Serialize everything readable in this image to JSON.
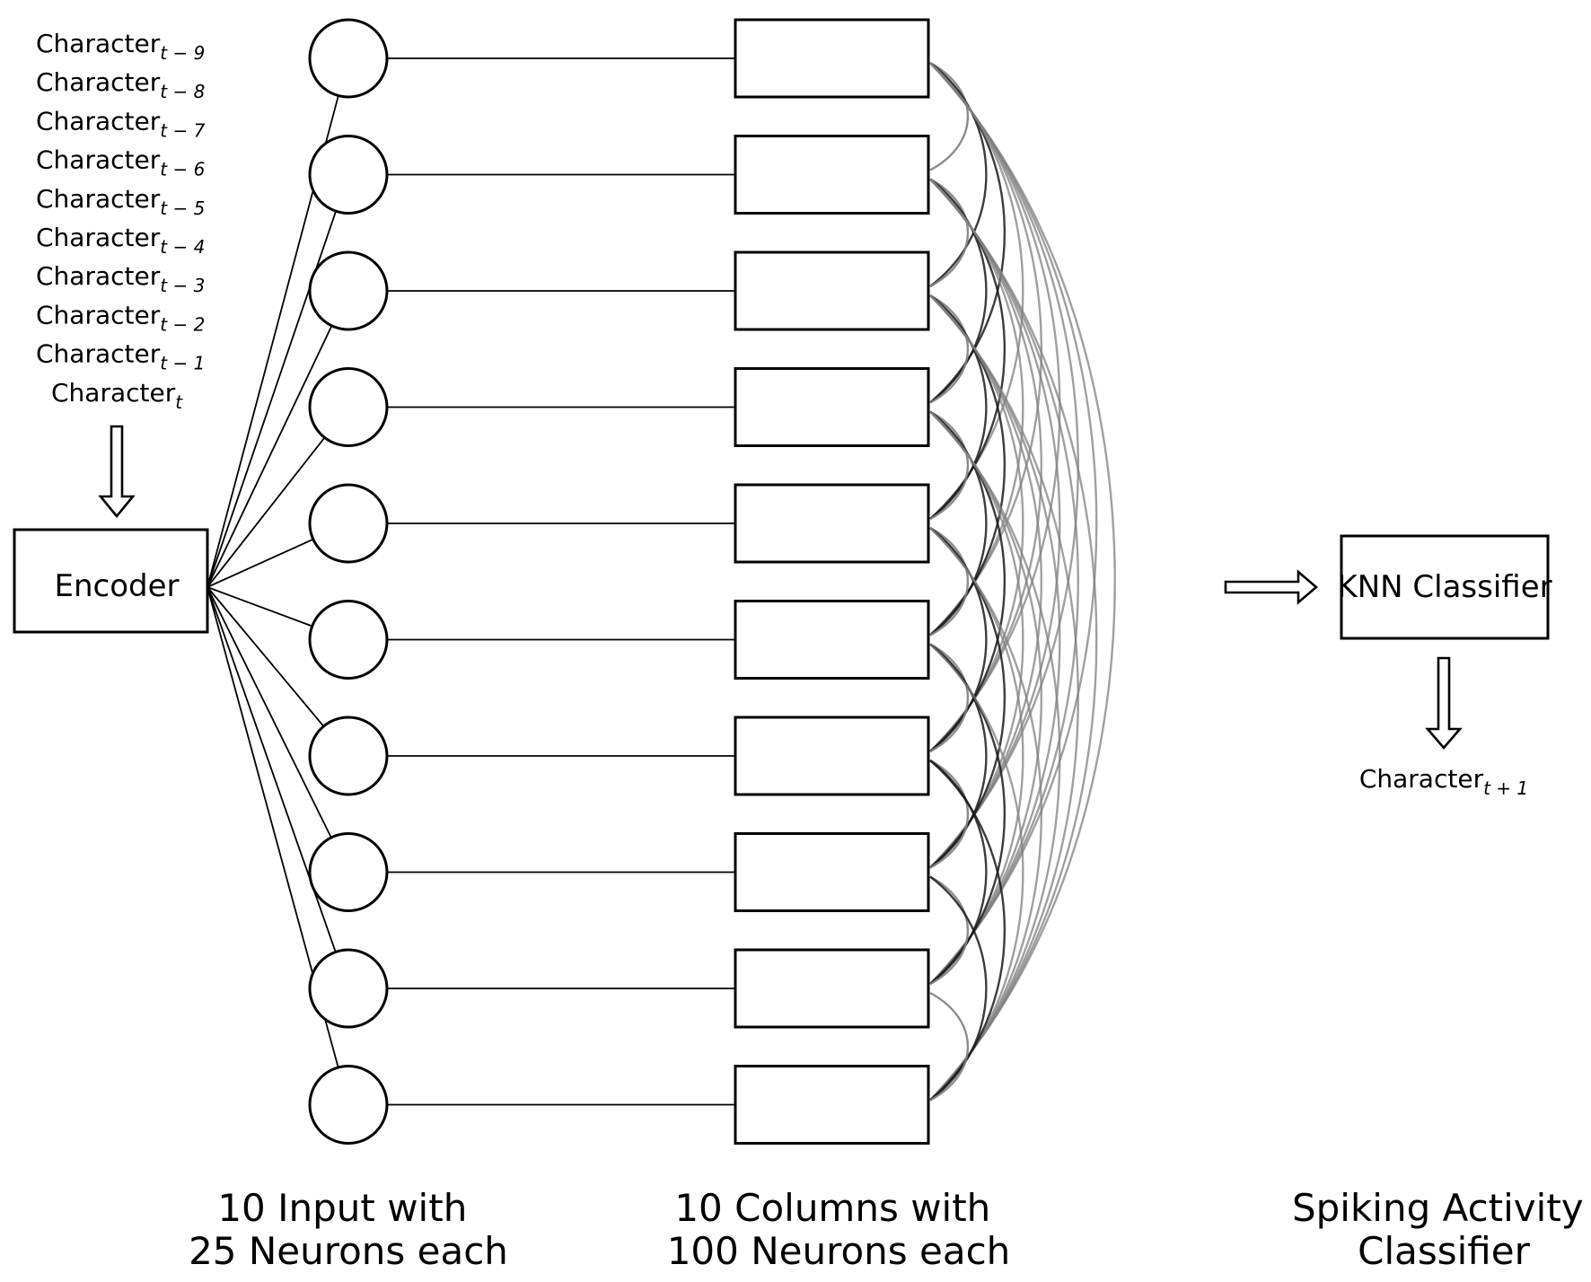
{
  "history": {
    "base": "Character",
    "subscripts": [
      "t − 9",
      "t − 8",
      "t − 7",
      "t − 6",
      "t − 5",
      "t − 4",
      "t − 3",
      "t − 2",
      "t − 1",
      "t"
    ]
  },
  "encoder": {
    "label": "Encoder"
  },
  "inputs": {
    "count": 10,
    "caption_line1": "10 Input with",
    "caption_line2": "25 Neurons each"
  },
  "columns": {
    "count": 10,
    "caption_line1": "10 Columns with",
    "caption_line2": "100 Neurons each"
  },
  "classifier": {
    "label": "KNN Classifier",
    "output_base": "Character",
    "output_sub": "t + 1",
    "caption_line1": "Spiking Activity",
    "caption_line2": "Classifier"
  },
  "colors": {
    "stroke": "#000000",
    "arc_dark": "#1a1a1a",
    "arc_light": "#7f7f7f"
  }
}
